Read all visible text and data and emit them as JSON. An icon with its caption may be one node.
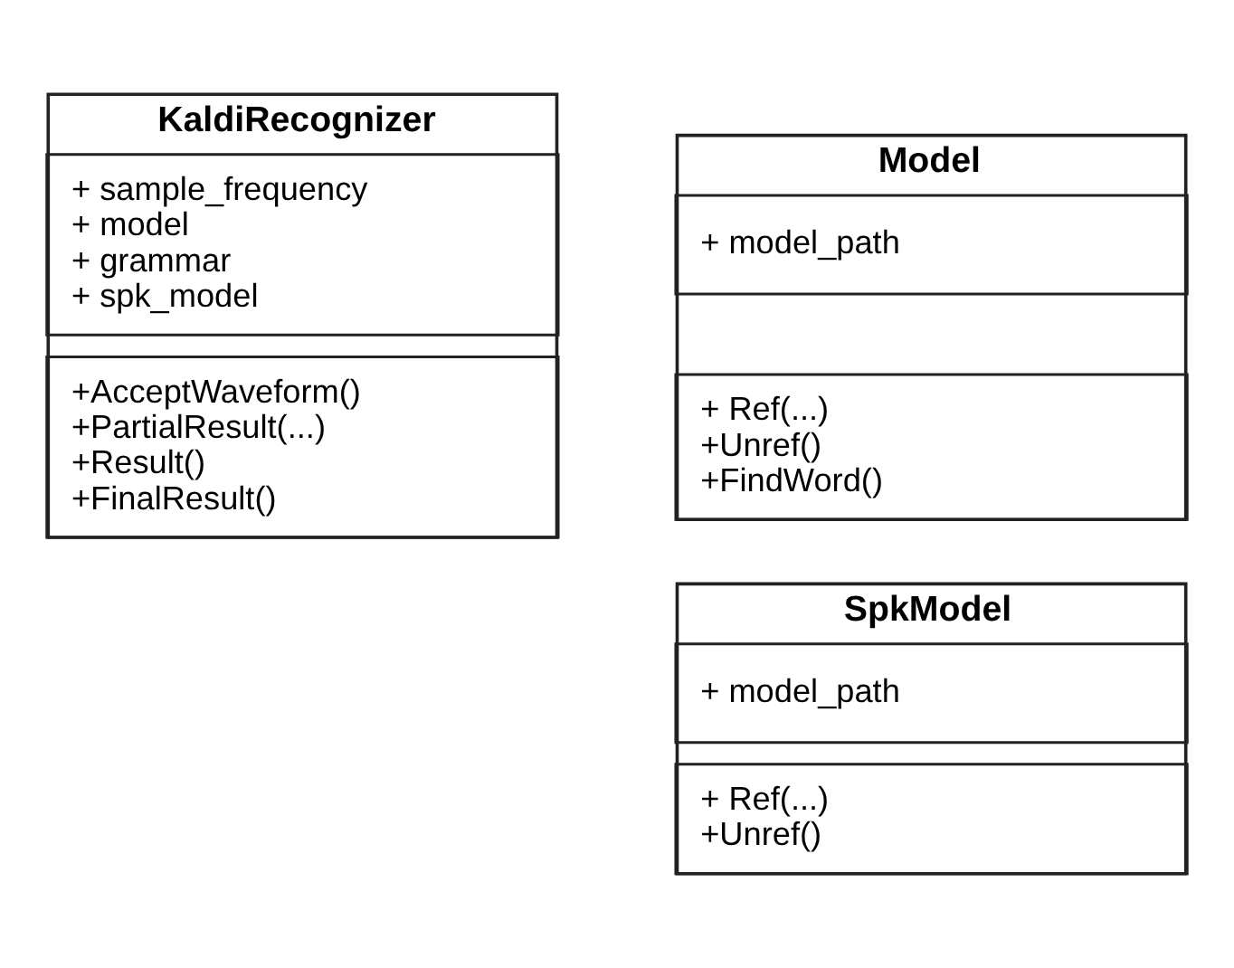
{
  "diagram": {
    "nodes": [
      {
        "text": [
          "KaldiRecognizer"
        ]
      },
      {
        "text": [
          "+ sample_frequency",
          "+ model",
          "+ grammar",
          "+ spk_model"
        ],
        "in": 0
      },
      {
        "text": [
          "+AcceptWaveform()",
          "+PartialResult(...)",
          "+Result()",
          "+FinalResult()"
        ],
        "in": 0
      },
      {
        "text": [
          "Model"
        ]
      },
      {
        "text": [
          "+ model_path"
        ],
        "in": 3
      },
      {
        "text": [
          "+ Ref(...)",
          "+Unref()",
          "+FindWord()"
        ],
        "in": 3
      },
      {
        "text": [
          "SpkModel"
        ]
      },
      {
        "text": [
          "+ model_path"
        ],
        "in": 6
      },
      {
        "text": [
          "+ Ref(...)",
          "+Unref()"
        ],
        "in": 6
      }
    ],
    "edges": []
  }
}
